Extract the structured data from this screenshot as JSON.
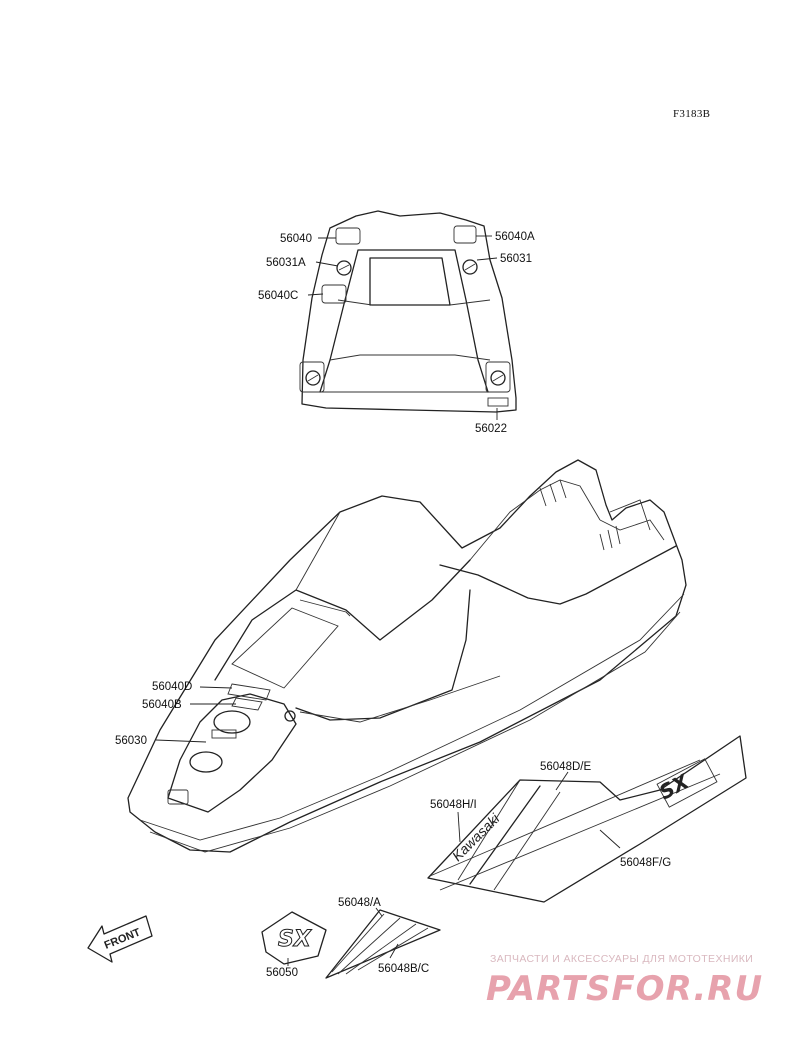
{
  "diagram_code": "F3183B",
  "callouts": {
    "p56040": "56040",
    "p56040A": "56040A",
    "p56031A": "56031A",
    "p56031": "56031",
    "p56040C": "56040C",
    "p56022": "56022",
    "p56040D": "56040D",
    "p56040B": "56040B",
    "p56030": "56030",
    "p56048DE": "56048D/E",
    "p56048HI": "56048H/I",
    "p56048FG": "56048F/G",
    "p56048A": "56048/A",
    "p56048BC": "56048B/C",
    "p56050": "56050"
  },
  "decal_text": {
    "front_arrow": "FRONT",
    "brand": "Kawasaki",
    "model": "SX",
    "hull_model": "SX"
  },
  "watermark": {
    "tagline": "ЗАПЧАСТИ И АКСЕССУАРЫ ДЛЯ МОТОТЕХНИКИ",
    "logo": "PARTSFOR.RU"
  },
  "colors": {
    "line": "#222222",
    "watermark_logo": "#e7a2ad",
    "watermark_text": "#d9b8bf"
  }
}
